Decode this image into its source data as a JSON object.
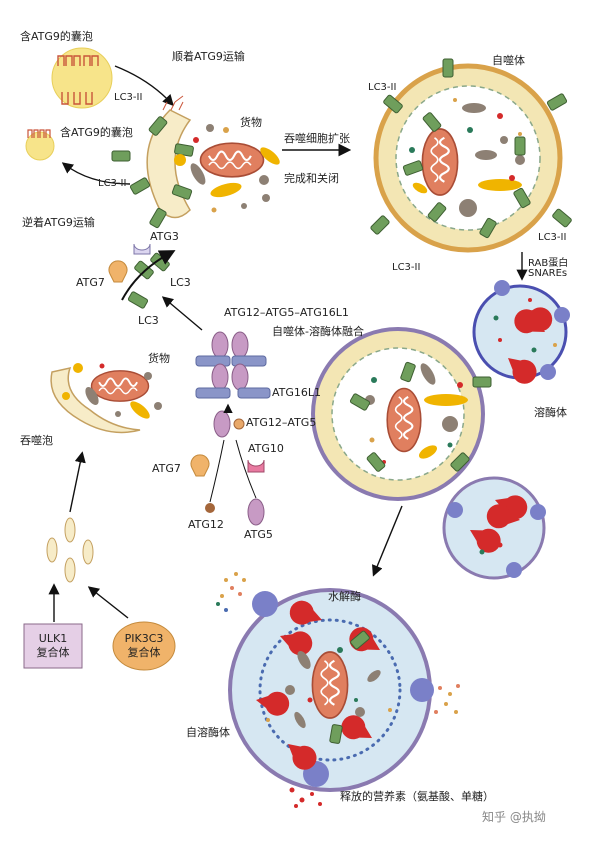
{
  "labels": {
    "vesicle_atg9_top": "含ATG9的囊泡",
    "anterograde": "顺着ATG9运输",
    "lc3_ii": "LC3-II",
    "vesicle_atg9_left": "含ATG9的囊泡",
    "retrograde": "逆着ATG9运输",
    "cargo": "货物",
    "expansion": "吞噬细胞扩张",
    "completion": "完成和关闭",
    "autophagosome": "自噬体",
    "rab": "RAB蛋白",
    "snares": "SNAREs",
    "atg3": "ATG3",
    "atg7": "ATG7",
    "lc3": "LC3",
    "atg12_atg5_atg16l1": "ATG12–ATG5–ATG16L1",
    "fusion": "自噬体-溶酶体融合",
    "atg16l1": "ATG16L1",
    "atg12_atg5": "ATG12–ATG5",
    "atg10": "ATG10",
    "atg12": "ATG12",
    "atg5": "ATG5",
    "phagophore": "吞噬泡",
    "lysosome": "溶酶体",
    "ulk1_line1": "ULK1",
    "ulk1_line2": "复合体",
    "pik3c3_line1": "PIK3C3",
    "pik3c3_line2": "复合体",
    "hydrolase": "水解酶",
    "autolysosome": "自溶酶体",
    "nutrients": "释放的营养素（氨基酸、单糖）",
    "watermark": "知乎 @执拗"
  },
  "colors": {
    "lc3_green": "#6f9e5c",
    "membrane_cream": "#f3e6b4",
    "membrane_orange": "#d9a24a",
    "mito": "#e07f5f",
    "lysosome_fill": "#d6e7f2",
    "lysosome_border": "#4a4fb0",
    "enzyme_red": "#d42a2a",
    "ulk1_fill": "#e5cfe6",
    "pik3c3_fill": "#f0b36a"
  }
}
